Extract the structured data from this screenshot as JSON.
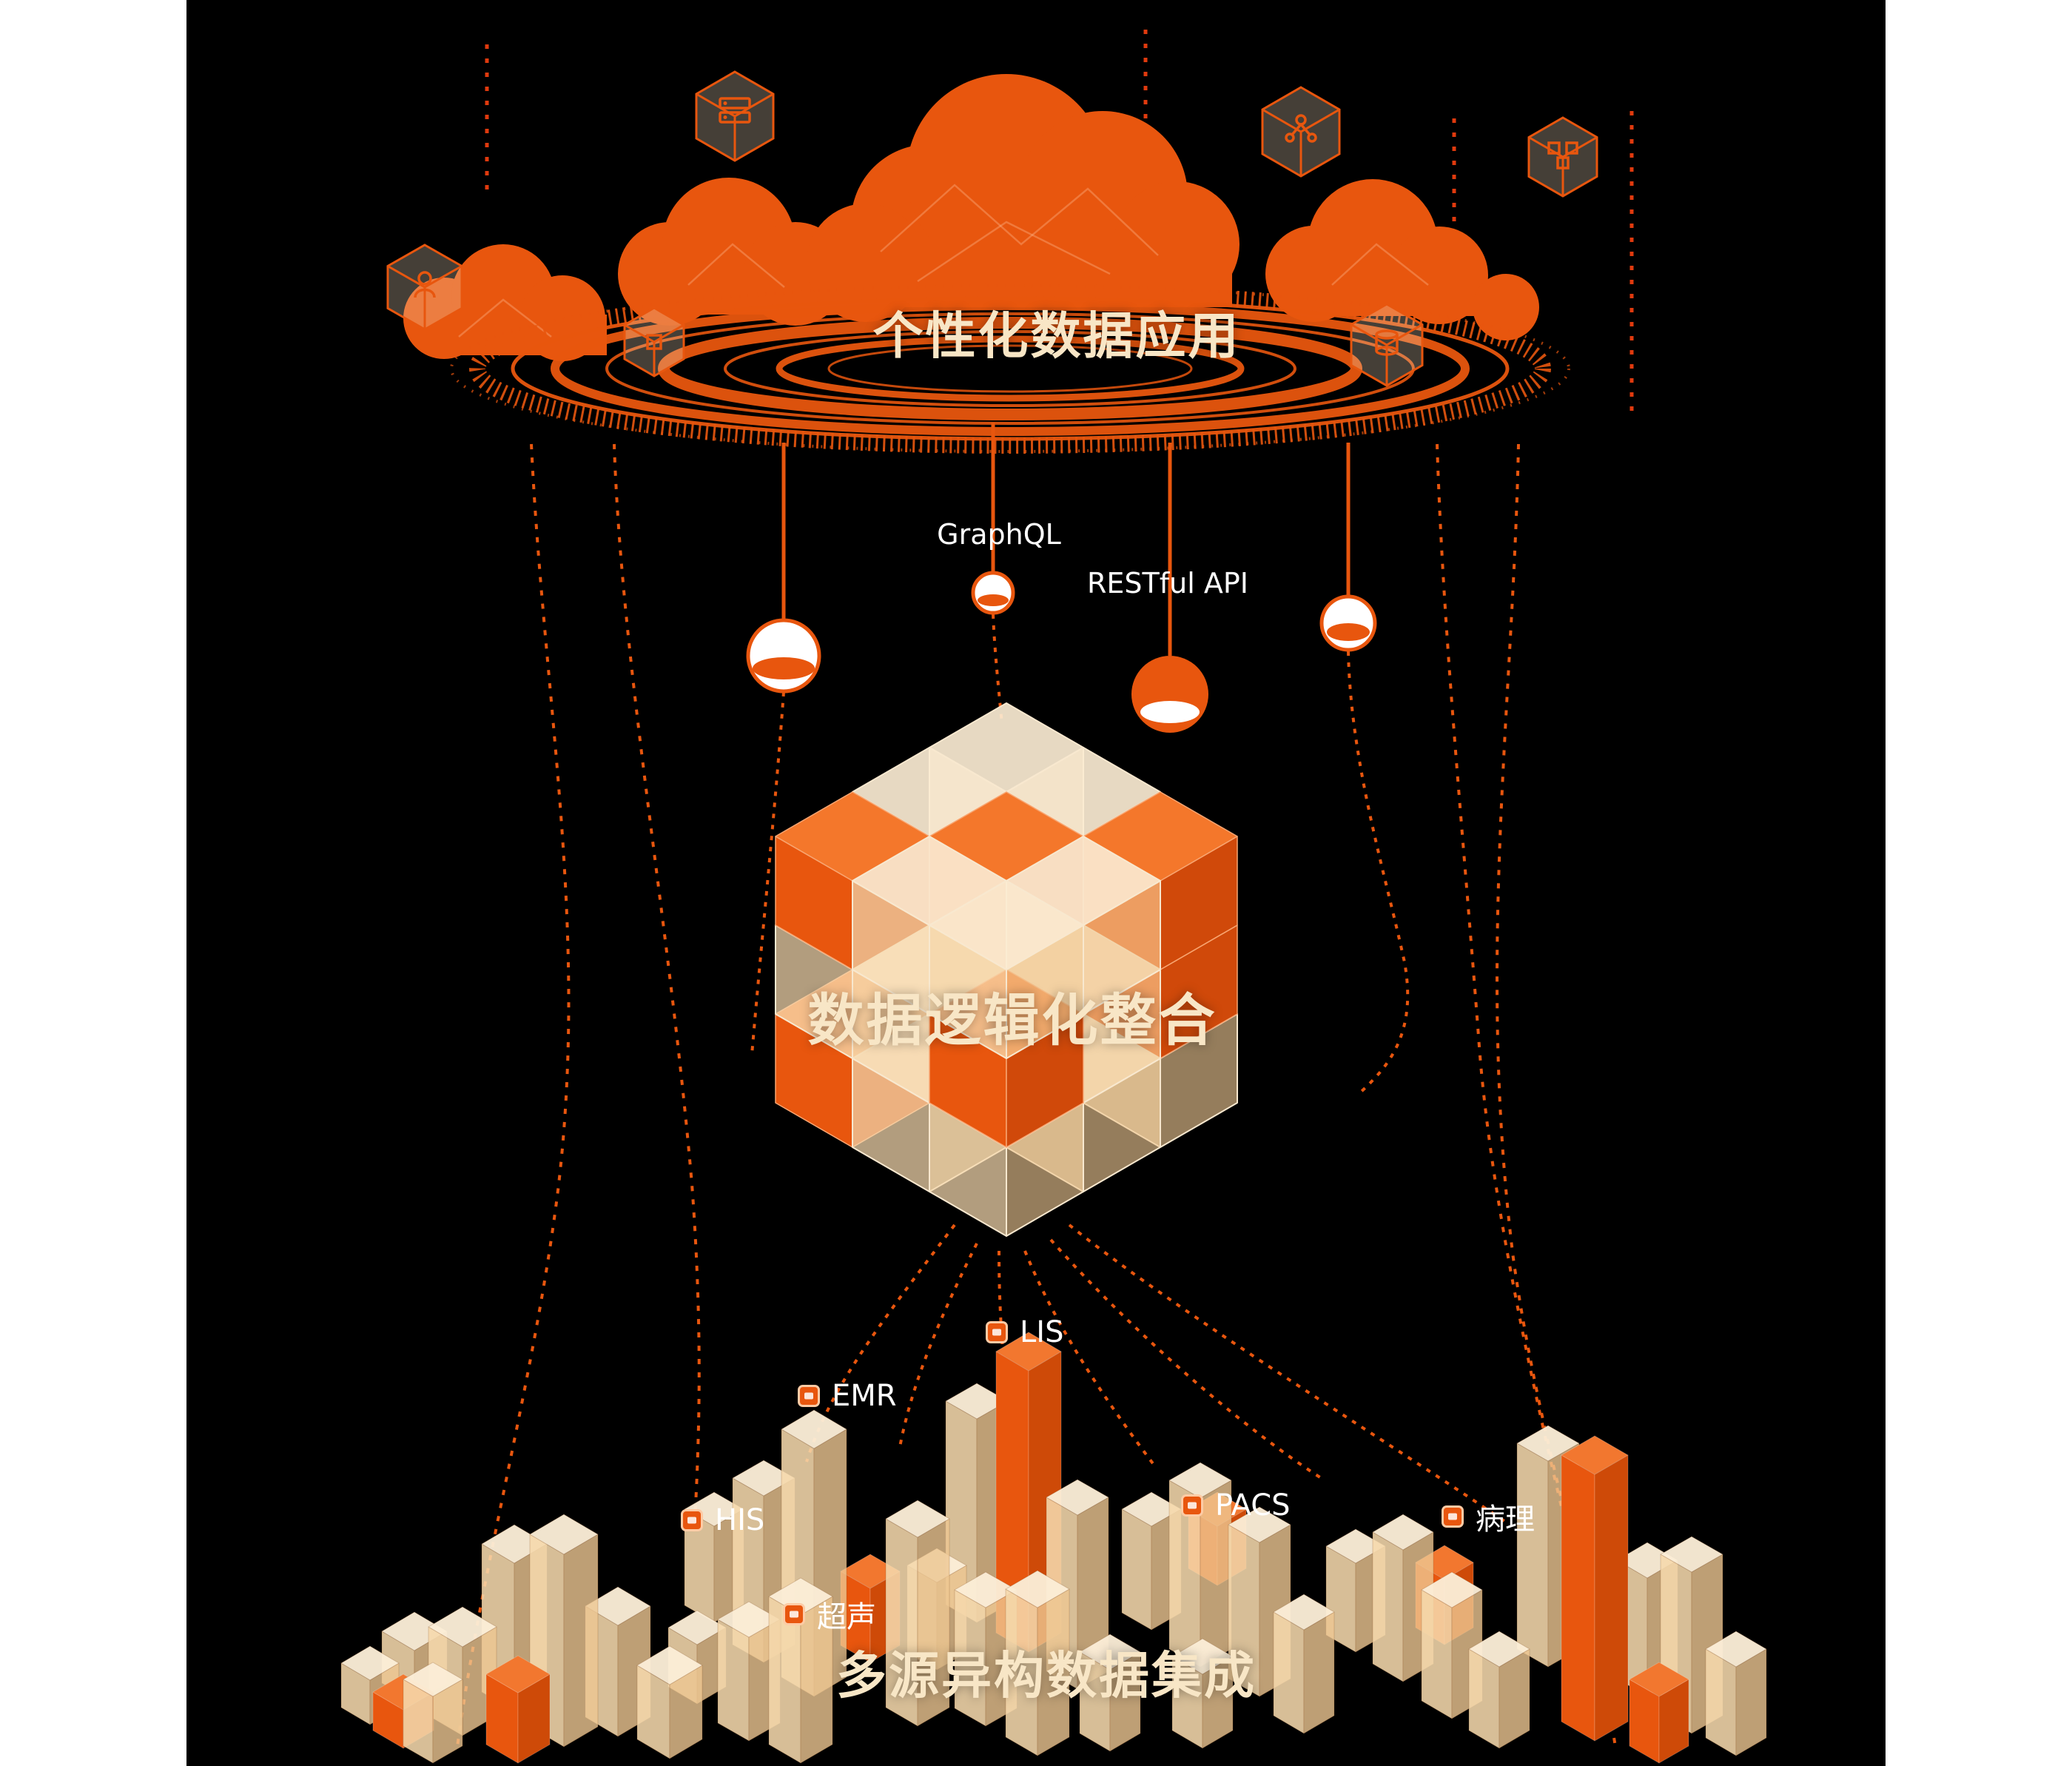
{
  "titles": {
    "top": "个性化数据应用",
    "middle": "数据逻辑化整合",
    "bottom": "多源异构数据集成"
  },
  "api": {
    "graphql": "GraphQL",
    "restful": "RESTful API"
  },
  "sources": {
    "lis": "LIS",
    "emr": "EMR",
    "his": "HIS",
    "pacs": "PACS",
    "pathology": "病理",
    "ultrasound": "超声"
  },
  "icons": {
    "floating": [
      "server-icon",
      "network-icon",
      "modules-icon",
      "person-icon",
      "box-icon",
      "database-icon"
    ]
  },
  "colors": {
    "page": "#FFFFFF",
    "background": "#000000",
    "accent_orange": "#E8560E",
    "deep_orange": "#CE4A08",
    "light_orange": "#F4772B",
    "cream": "#F7E3C4",
    "cream_top": "#FBEDD6",
    "text_light": "#F8E6C6",
    "text_white": "#FFFFFF"
  }
}
